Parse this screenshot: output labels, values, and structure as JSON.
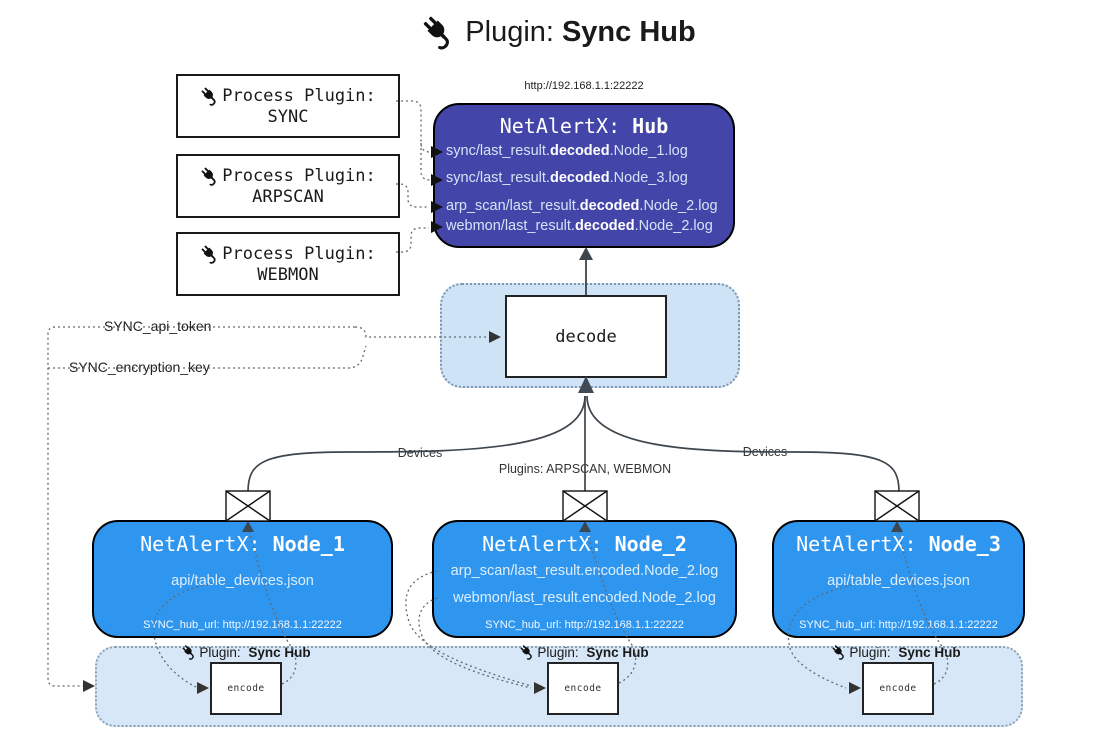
{
  "title": {
    "prefix": "Plugin:",
    "name": "Sync Hub"
  },
  "colors": {
    "hub_fill": "#4345a8",
    "node_fill": "#2f96f0",
    "decode_panel_fill": "#cfe3f6",
    "encode_band_fill": "#d7e7f7",
    "box_border": "#000000"
  },
  "process_plugins": {
    "label": "Process Plugin:",
    "items": [
      {
        "name": "SYNC"
      },
      {
        "name": "ARPSCAN"
      },
      {
        "name": "WEBMON"
      }
    ]
  },
  "hub": {
    "url_label": "http://192.168.1.1:22222",
    "title_prefix": "NetAlertX:",
    "title_name": "Hub",
    "lines": [
      {
        "pre": "sync/last_result.",
        "bold": "decoded",
        "post": ".Node_1.log"
      },
      {
        "pre": "sync/last_result.",
        "bold": "decoded",
        "post": ".Node_3.log"
      },
      {
        "pre": "arp_scan/last_result.",
        "bold": "decoded",
        "post": ".Node_2.log"
      },
      {
        "pre": "webmon/last_result.",
        "bold": "decoded",
        "post": ".Node_2.log"
      }
    ]
  },
  "decode": {
    "label": "decode"
  },
  "env": {
    "api_token": "SYNC_api_token",
    "encryption_key": "SYNC_encryption_key"
  },
  "edges": {
    "devices": "Devices",
    "plugins_center": "Plugins: ARPSCAN, WEBMON"
  },
  "nodes": [
    {
      "title_prefix": "NetAlertX:",
      "title_name": "Node_1",
      "lines": [
        "api/table_devices.json"
      ],
      "hub_url": "SYNC_hub_url: http://192.168.1.1:22222"
    },
    {
      "title_prefix": "NetAlertX:",
      "title_name": "Node_2",
      "lines": [
        "arp_scan/last_result.encoded.Node_2.log",
        "webmon/last_result.encoded.Node_2.log"
      ],
      "hub_url": "SYNC_hub_url: http://192.168.1.1:22222"
    },
    {
      "title_prefix": "NetAlertX:",
      "title_name": "Node_3",
      "lines": [
        "api/table_devices.json"
      ],
      "hub_url": "SYNC_hub_url: http://192.168.1.1:22222"
    }
  ],
  "band": {
    "plugin_label_prefix": "Plugin:",
    "plugin_label_name": "Sync Hub",
    "encode_label": "encode"
  }
}
